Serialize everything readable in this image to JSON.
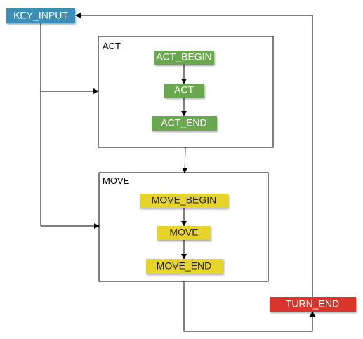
{
  "nodes": {
    "key_input": {
      "label": "KEY_INPUT",
      "color": "#3a8fb7"
    },
    "act_begin": {
      "label": "ACT_BEGIN",
      "color": "#6aa84f"
    },
    "act": {
      "label": "ACT",
      "color": "#6aa84f"
    },
    "act_end": {
      "label": "ACT_END",
      "color": "#6aa84f"
    },
    "move_begin": {
      "label": "MOVE_BEGIN",
      "color": "#e6d42a"
    },
    "move": {
      "label": "MOVE",
      "color": "#e6d42a"
    },
    "move_end": {
      "label": "MOVE_END",
      "color": "#e6d42a"
    },
    "turn_end": {
      "label": "TURN_END",
      "color": "#d9362b"
    }
  },
  "groups": {
    "act": {
      "title": "ACT"
    },
    "move": {
      "title": "MOVE"
    }
  }
}
